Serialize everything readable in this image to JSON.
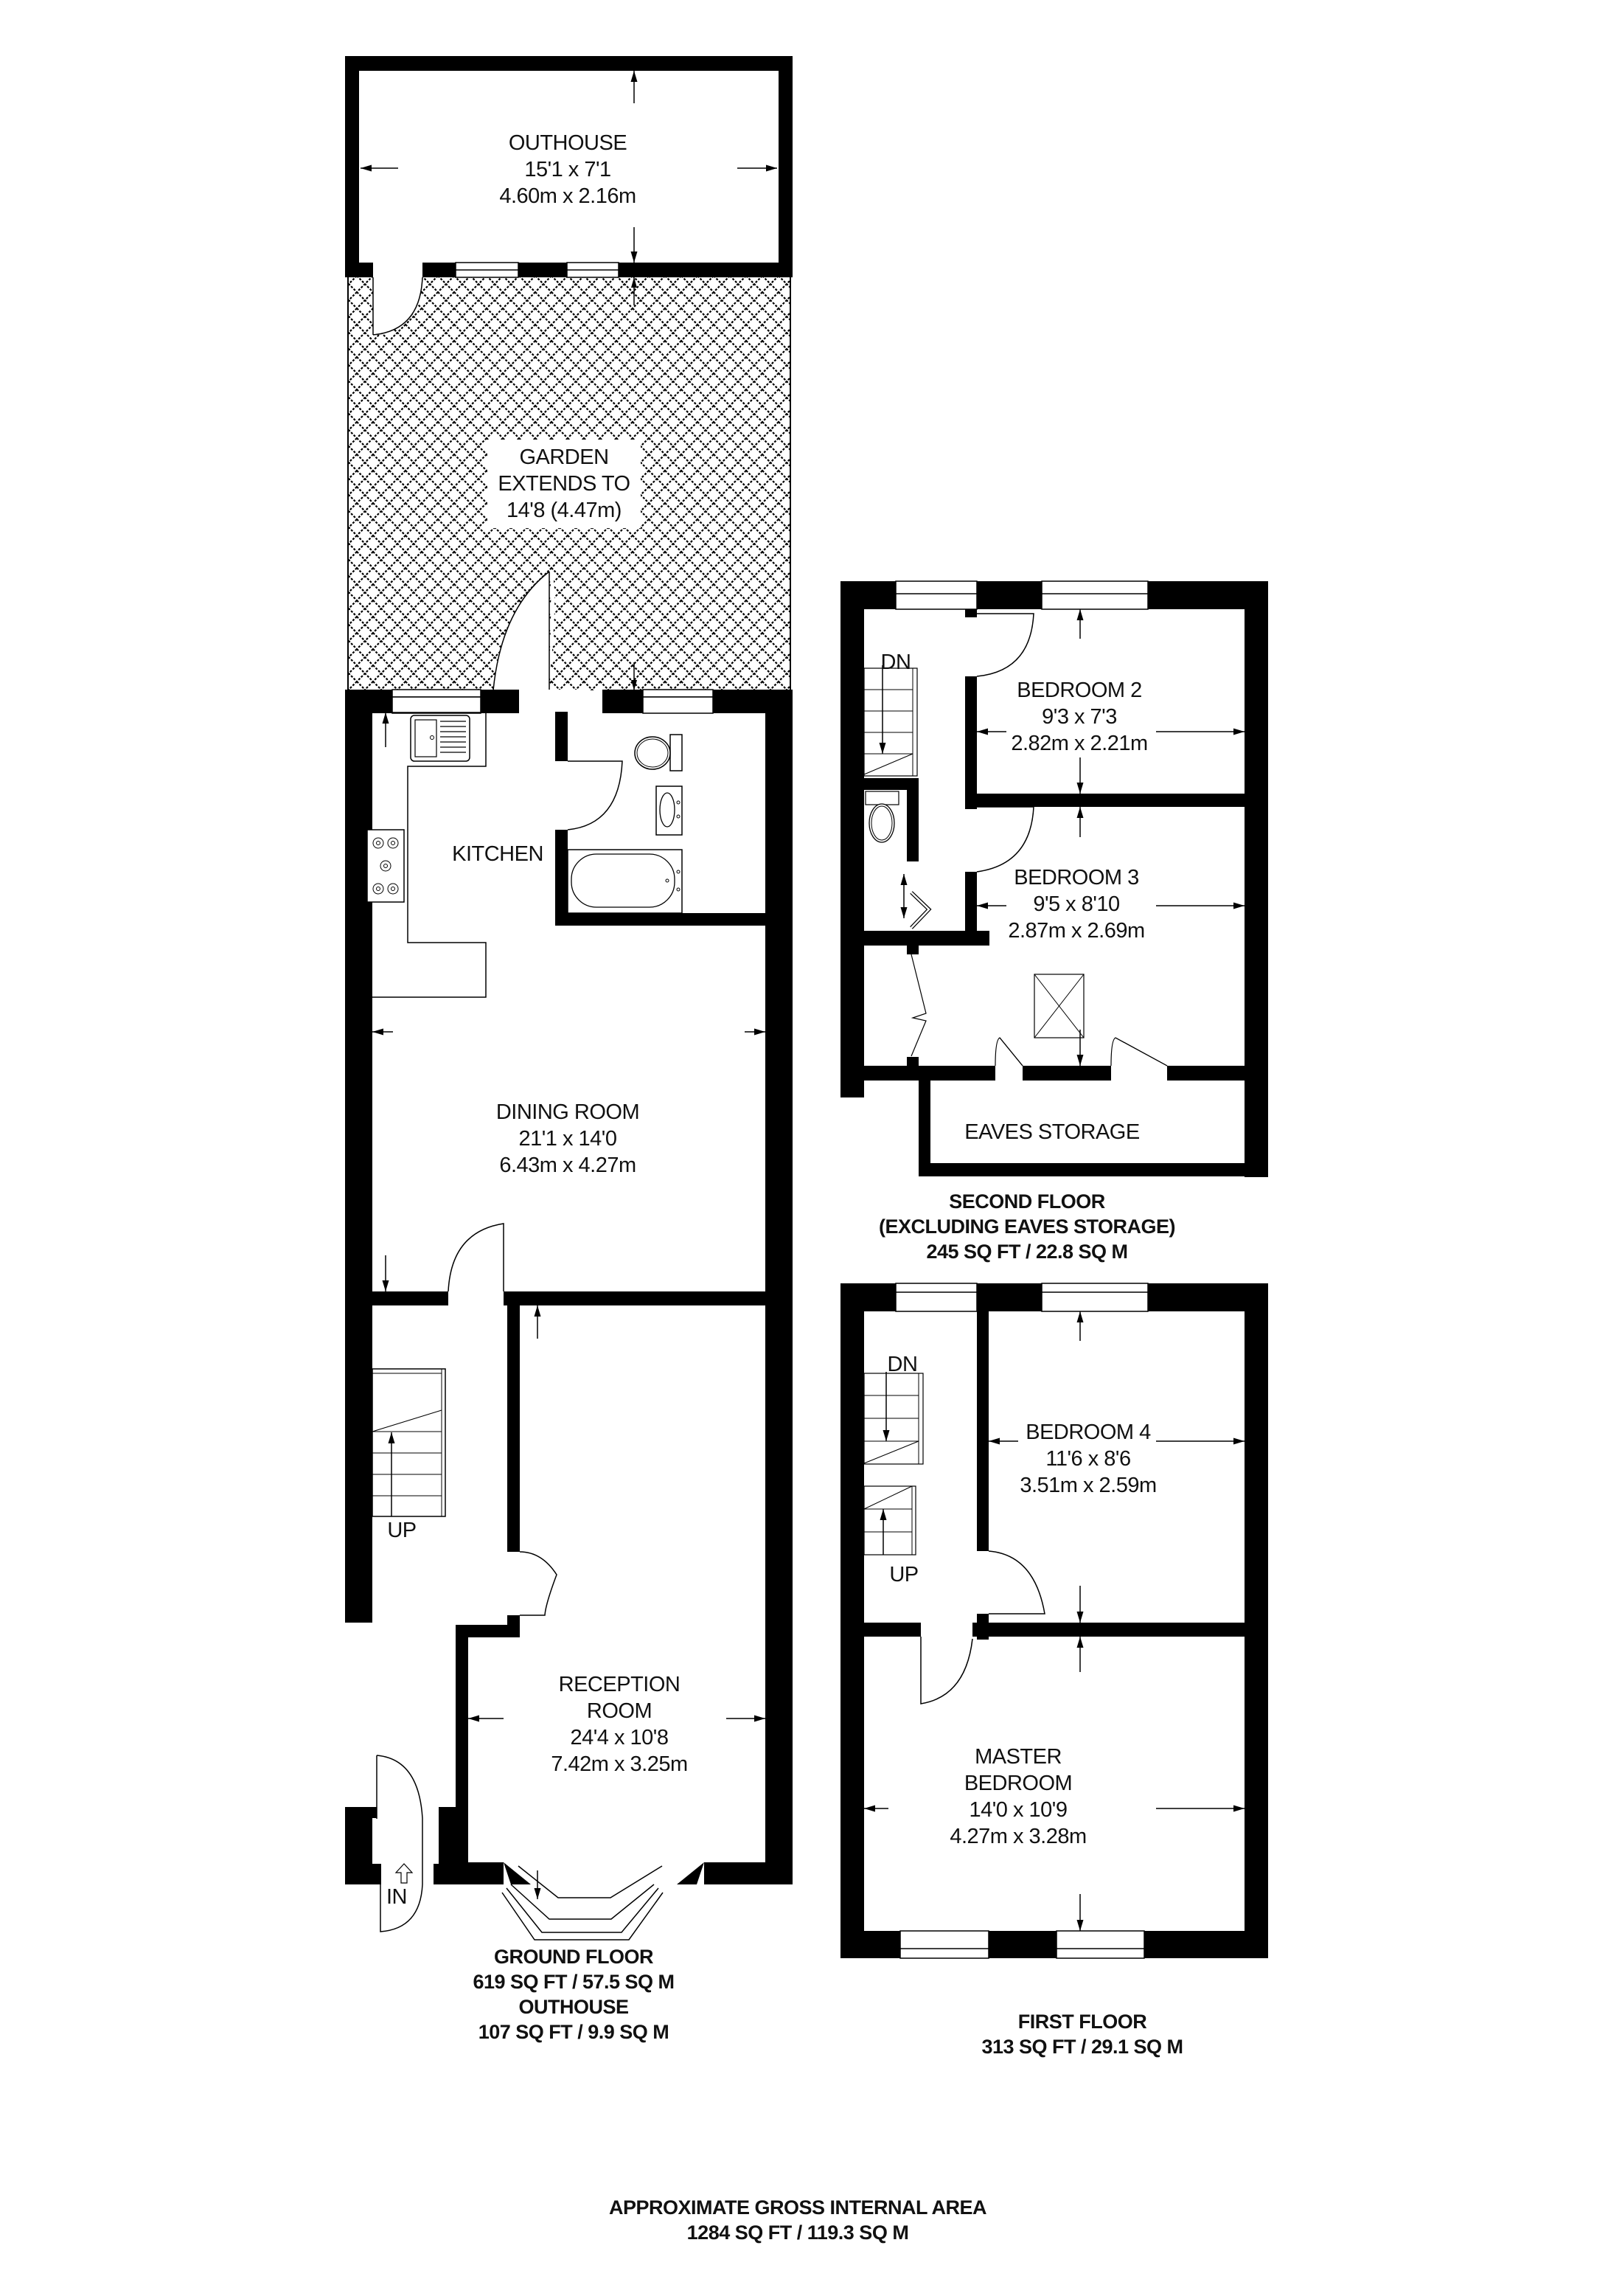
{
  "colors": {
    "wall": "#000000",
    "background": "#ffffff",
    "text": "#111111",
    "hatch": "#000000"
  },
  "ground_floor": {
    "rooms": {
      "outhouse": {
        "name": "OUTHOUSE",
        "imperial": "15'1 x 7'1",
        "metric": "4.60m x 2.16m"
      },
      "garden": {
        "line1": "GARDEN",
        "line2": "EXTENDS TO",
        "line3": "14'8 (4.47m)"
      },
      "kitchen": {
        "name": "KITCHEN"
      },
      "dining_room": {
        "name": "DINING ROOM",
        "imperial": "21'1 x 14'0",
        "metric": "6.43m x 4.27m"
      },
      "reception_room": {
        "name_line1": "RECEPTION",
        "name_line2": "ROOM",
        "imperial": "24'4 x 10'8",
        "metric": "7.42m x 3.25m"
      }
    },
    "stairs_label": "UP",
    "entrance_label": "IN",
    "summary": {
      "title": "GROUND FLOOR",
      "area": "619 SQ FT / 57.5 SQ M",
      "title2": "OUTHOUSE",
      "area2": "107 SQ FT / 9.9 SQ M"
    }
  },
  "second_floor": {
    "rooms": {
      "bedroom2": {
        "name": "BEDROOM 2",
        "imperial": "9'3 x 7'3",
        "metric": "2.82m x 2.21m"
      },
      "bedroom3": {
        "name": "BEDROOM 3",
        "imperial": "9'5 x 8'10",
        "metric": "2.87m x 2.69m"
      },
      "eaves": {
        "name": "EAVES STORAGE"
      }
    },
    "stairs_label": "DN",
    "summary": {
      "title": "SECOND FLOOR",
      "subtitle": "(EXCLUDING EAVES STORAGE)",
      "area": "245 SQ FT / 22.8 SQ M"
    }
  },
  "first_floor": {
    "rooms": {
      "bedroom4": {
        "name": "BEDROOM 4",
        "imperial": "11'6 x 8'6",
        "metric": "3.51m x 2.59m"
      },
      "master": {
        "name_line1": "MASTER",
        "name_line2": "BEDROOM",
        "imperial": "14'0 x 10'9",
        "metric": "4.27m x 3.28m"
      }
    },
    "stairs_down_label": "DN",
    "stairs_up_label": "UP",
    "summary": {
      "title": "FIRST FLOOR",
      "area": "313 SQ FT / 29.1 SQ M"
    }
  },
  "total": {
    "title": "APPROXIMATE GROSS INTERNAL AREA",
    "area": "1284 SQ FT / 119.3 SQ M"
  }
}
